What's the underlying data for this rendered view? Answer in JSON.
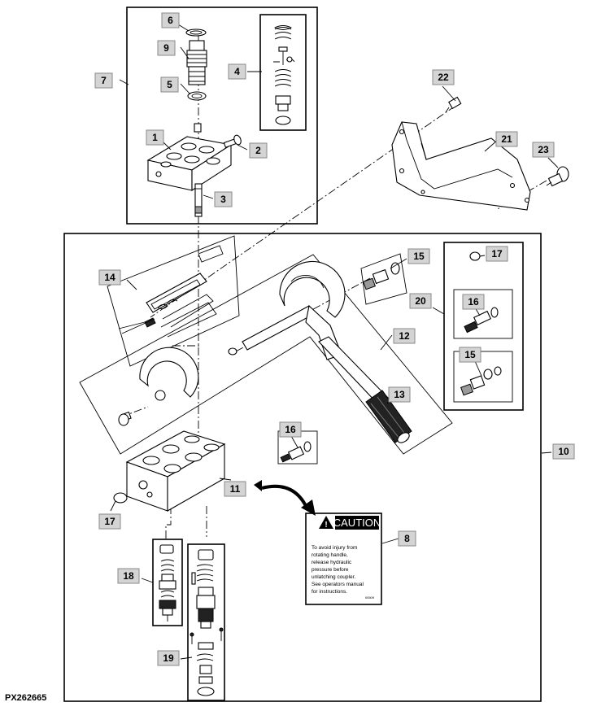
{
  "figure_code": "PX262665",
  "callouts": {
    "c1": "1",
    "c2": "2",
    "c3": "3",
    "c4": "4",
    "c5": "5",
    "c6": "6",
    "c7": "7",
    "c8": "8",
    "c9": "9",
    "c10": "10",
    "c11": "11",
    "c12": "12",
    "c13": "13",
    "c14": "14",
    "c15a": "15",
    "c15b": "15",
    "c16a": "16",
    "c16b": "16",
    "c17a": "17",
    "c17b": "17",
    "c18": "18",
    "c19": "19",
    "c20": "20",
    "c21": "21",
    "c22": "22",
    "c23": "23"
  },
  "caution_label": {
    "title": "CAUTION",
    "lines": [
      "To avoid injury from",
      "rotating handle,",
      "release hydraulic",
      "pressure before",
      "unlatching coupler.",
      "See operators manual",
      "for instructions."
    ],
    "code": "00509"
  }
}
